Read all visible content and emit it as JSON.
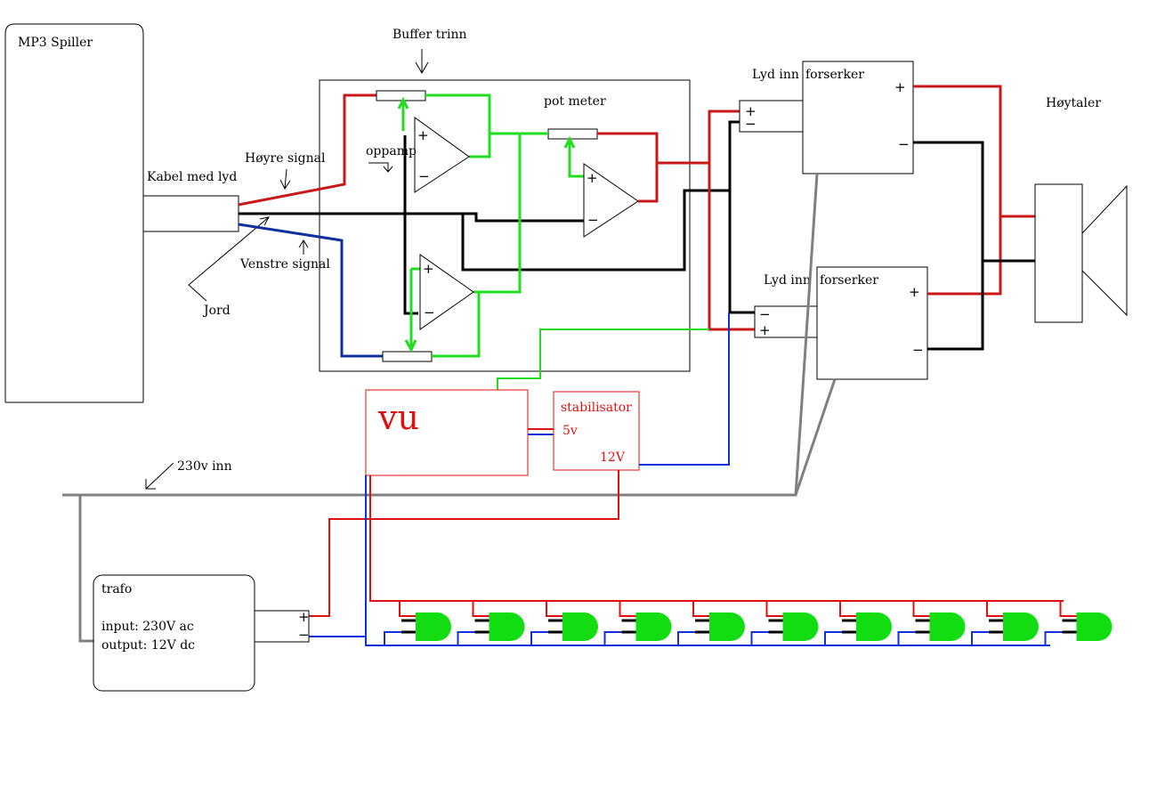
{
  "labels": {
    "mp3": "MP3 Spiller",
    "buffer": "Buffer trinn",
    "kabel": "Kabel med lyd",
    "hoyre": "Høyre signal",
    "venstre": "Venstre signal",
    "jord": "Jord",
    "oppamp": "oppamp",
    "potmeter": "pot meter",
    "lydinn_top": "Lyd inn",
    "lydinn_bottom": "Lyd inn",
    "forserker_top": "forserker",
    "forserker_bottom": "forserker",
    "hoytaler": "Høytaler",
    "vu": "vu",
    "stabilisator": "stabilisator",
    "v5": "5v",
    "v12": "12V",
    "v230": "230v inn",
    "trafo": "trafo",
    "trafo_input": "input: 230V ac",
    "trafo_output": "output: 12V dc",
    "plus": "+",
    "minus": "−"
  },
  "led_count": 10,
  "colors": {
    "audio_right": "#c81818",
    "audio_left": "#1030a0",
    "ground": "#000000",
    "buffer_wire": "#22dd22",
    "power_pos": "#e01010",
    "power_neg": "#1030e0",
    "mains": "#808080",
    "led_fill": "#11dd11",
    "vu_box": "#e01010"
  }
}
